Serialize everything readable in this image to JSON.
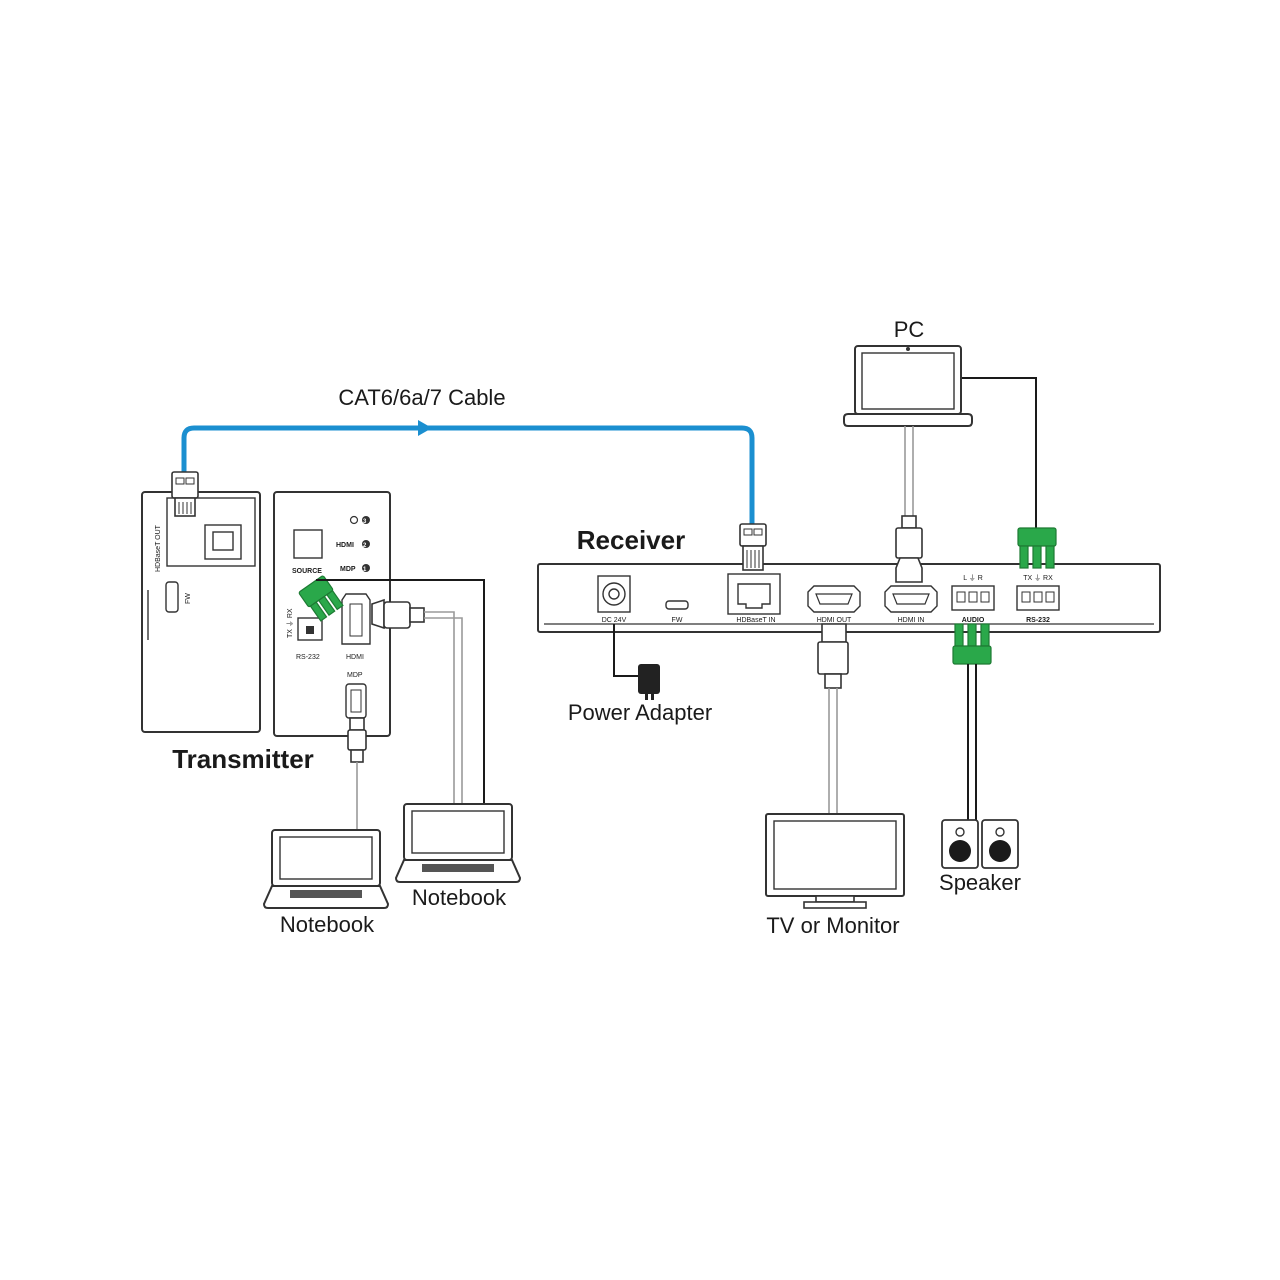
{
  "labels": {
    "cable": "CAT6/6a/7 Cable",
    "receiver": "Receiver",
    "transmitter": "Transmitter",
    "pc": "PC",
    "power_adapter": "Power Adapter",
    "notebook_left": "Notebook",
    "notebook_right": "Notebook",
    "tv_monitor": "TV or Monitor",
    "speaker": "Speaker"
  },
  "transmitter_ports": {
    "hdbaset_out": "HDBaseT OUT",
    "fw": "FW",
    "source": "SOURCE",
    "hdmi_led": "HDMI",
    "mdp_led": "MDP",
    "rs232": "RS-232",
    "rs232_pins": "TX ⏚ RX",
    "hdmi": "HDMI",
    "mdp": "MDP",
    "led_hdmi_num": "2",
    "led_mdp_num": "1",
    "led_power_num": "3"
  },
  "receiver_ports": {
    "dc": "DC 24V",
    "fw": "FW",
    "hdbaset_in": "HDBaseT IN",
    "hdmi_out": "HDMI OUT",
    "hdmi_in": "HDMI IN",
    "audio": "AUDIO",
    "audio_pins": "L  ⏚  R",
    "rs232": "RS-232",
    "rs232_pins": "TX ⏚ RX"
  },
  "colors": {
    "cable": "#1b8fd0",
    "phoenix_connector": "#2aa84a",
    "outline": "#333333"
  }
}
